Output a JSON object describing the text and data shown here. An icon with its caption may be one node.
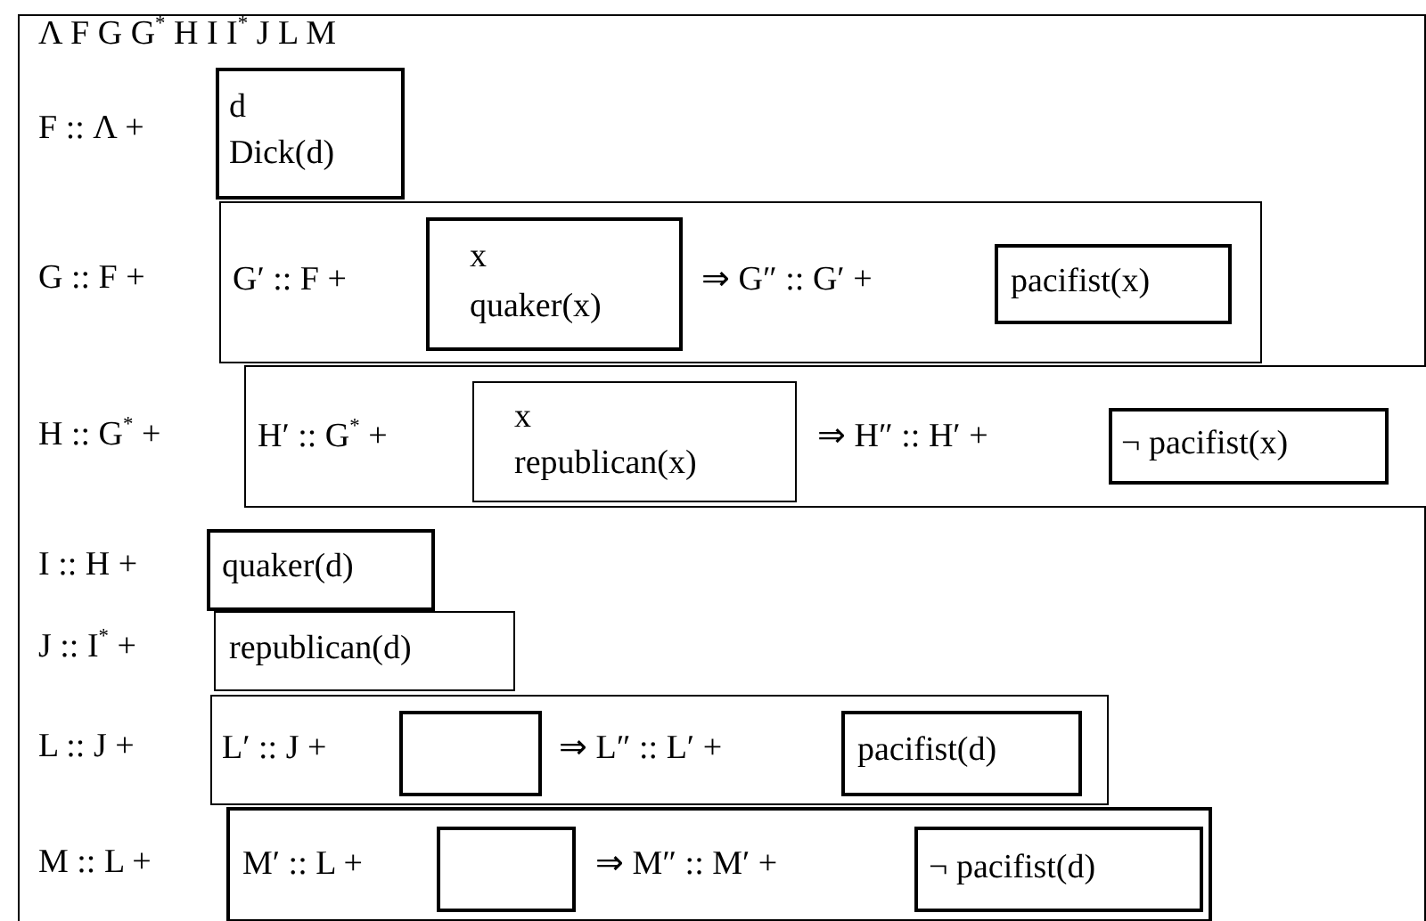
{
  "diagram": {
    "nodes": [
      {
        "text": [
          "Λ F G G$^{*}$ H I I$^{*}$ J L M",
          "F :: Λ +",
          "G :: F +",
          "H :: G$^{*}$ +",
          "I :: H +",
          "J :: I$^{*}$ +",
          "L :: J +",
          "M :: L +"
        ]
      },
      {
        "text": [
          "d",
          "Dick(d)"
        ],
        "in": 0
      },
      {
        "text": [
          "G′ :: F +",
          "⇒  G″ :: G′ +"
        ],
        "in": 0
      },
      {
        "text": [
          "x",
          "quaker(x)"
        ],
        "in": 2
      },
      {
        "text": [
          "pacifist(x)"
        ],
        "in": 2
      },
      {
        "text": [
          "H′ :: G$^{*}$ +",
          "⇒  H″ :: H′ +"
        ],
        "in": 0
      },
      {
        "text": [
          "x",
          "republican(x)"
        ],
        "in": 5
      },
      {
        "text": [
          "¬ pacifist(x)"
        ],
        "in": 5
      },
      {
        "text": [
          "quaker(d)"
        ],
        "in": 0
      },
      {
        "text": [
          "republican(d)"
        ],
        "in": 0
      },
      {
        "text": [
          "L′ :: J +",
          "⇒  L″ :: L′ +"
        ],
        "in": 0
      },
      {
        "text": [],
        "shape": "box",
        "in": 10
      },
      {
        "text": [
          "pacifist(d)"
        ],
        "in": 10
      },
      {
        "text": [
          "M′ :: L +",
          "⇒  M″ :: M′ +"
        ],
        "in": 0
      },
      {
        "text": [],
        "shape": "box",
        "in": 13
      },
      {
        "text": [
          "¬ pacifist(d)"
        ],
        "in": 13
      }
    ]
  }
}
